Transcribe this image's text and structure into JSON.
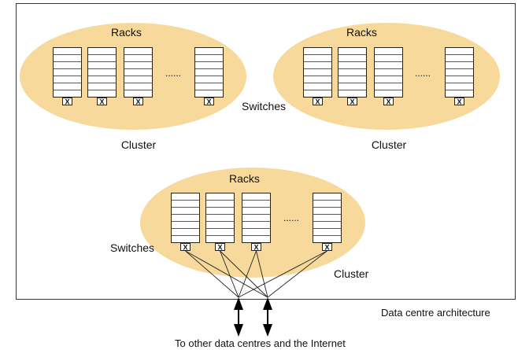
{
  "diagram": {
    "figure_caption": "Data centre architecture",
    "bottom_caption": "To other data centres and the Internet",
    "switch_mark": "X",
    "ellipsis": "......",
    "clusters": [
      {
        "racks_label": "Racks",
        "cluster_label": "Cluster"
      },
      {
        "racks_label": "Racks",
        "cluster_label": "Cluster"
      },
      {
        "racks_label": "Racks",
        "cluster_label": "Cluster",
        "switches_label": "Switches"
      }
    ],
    "shared_switches_label": "Switches"
  },
  "colors": {
    "cluster_fill": "#f7d99b",
    "rack_fill": "#ffffff",
    "stroke": "#222222"
  }
}
